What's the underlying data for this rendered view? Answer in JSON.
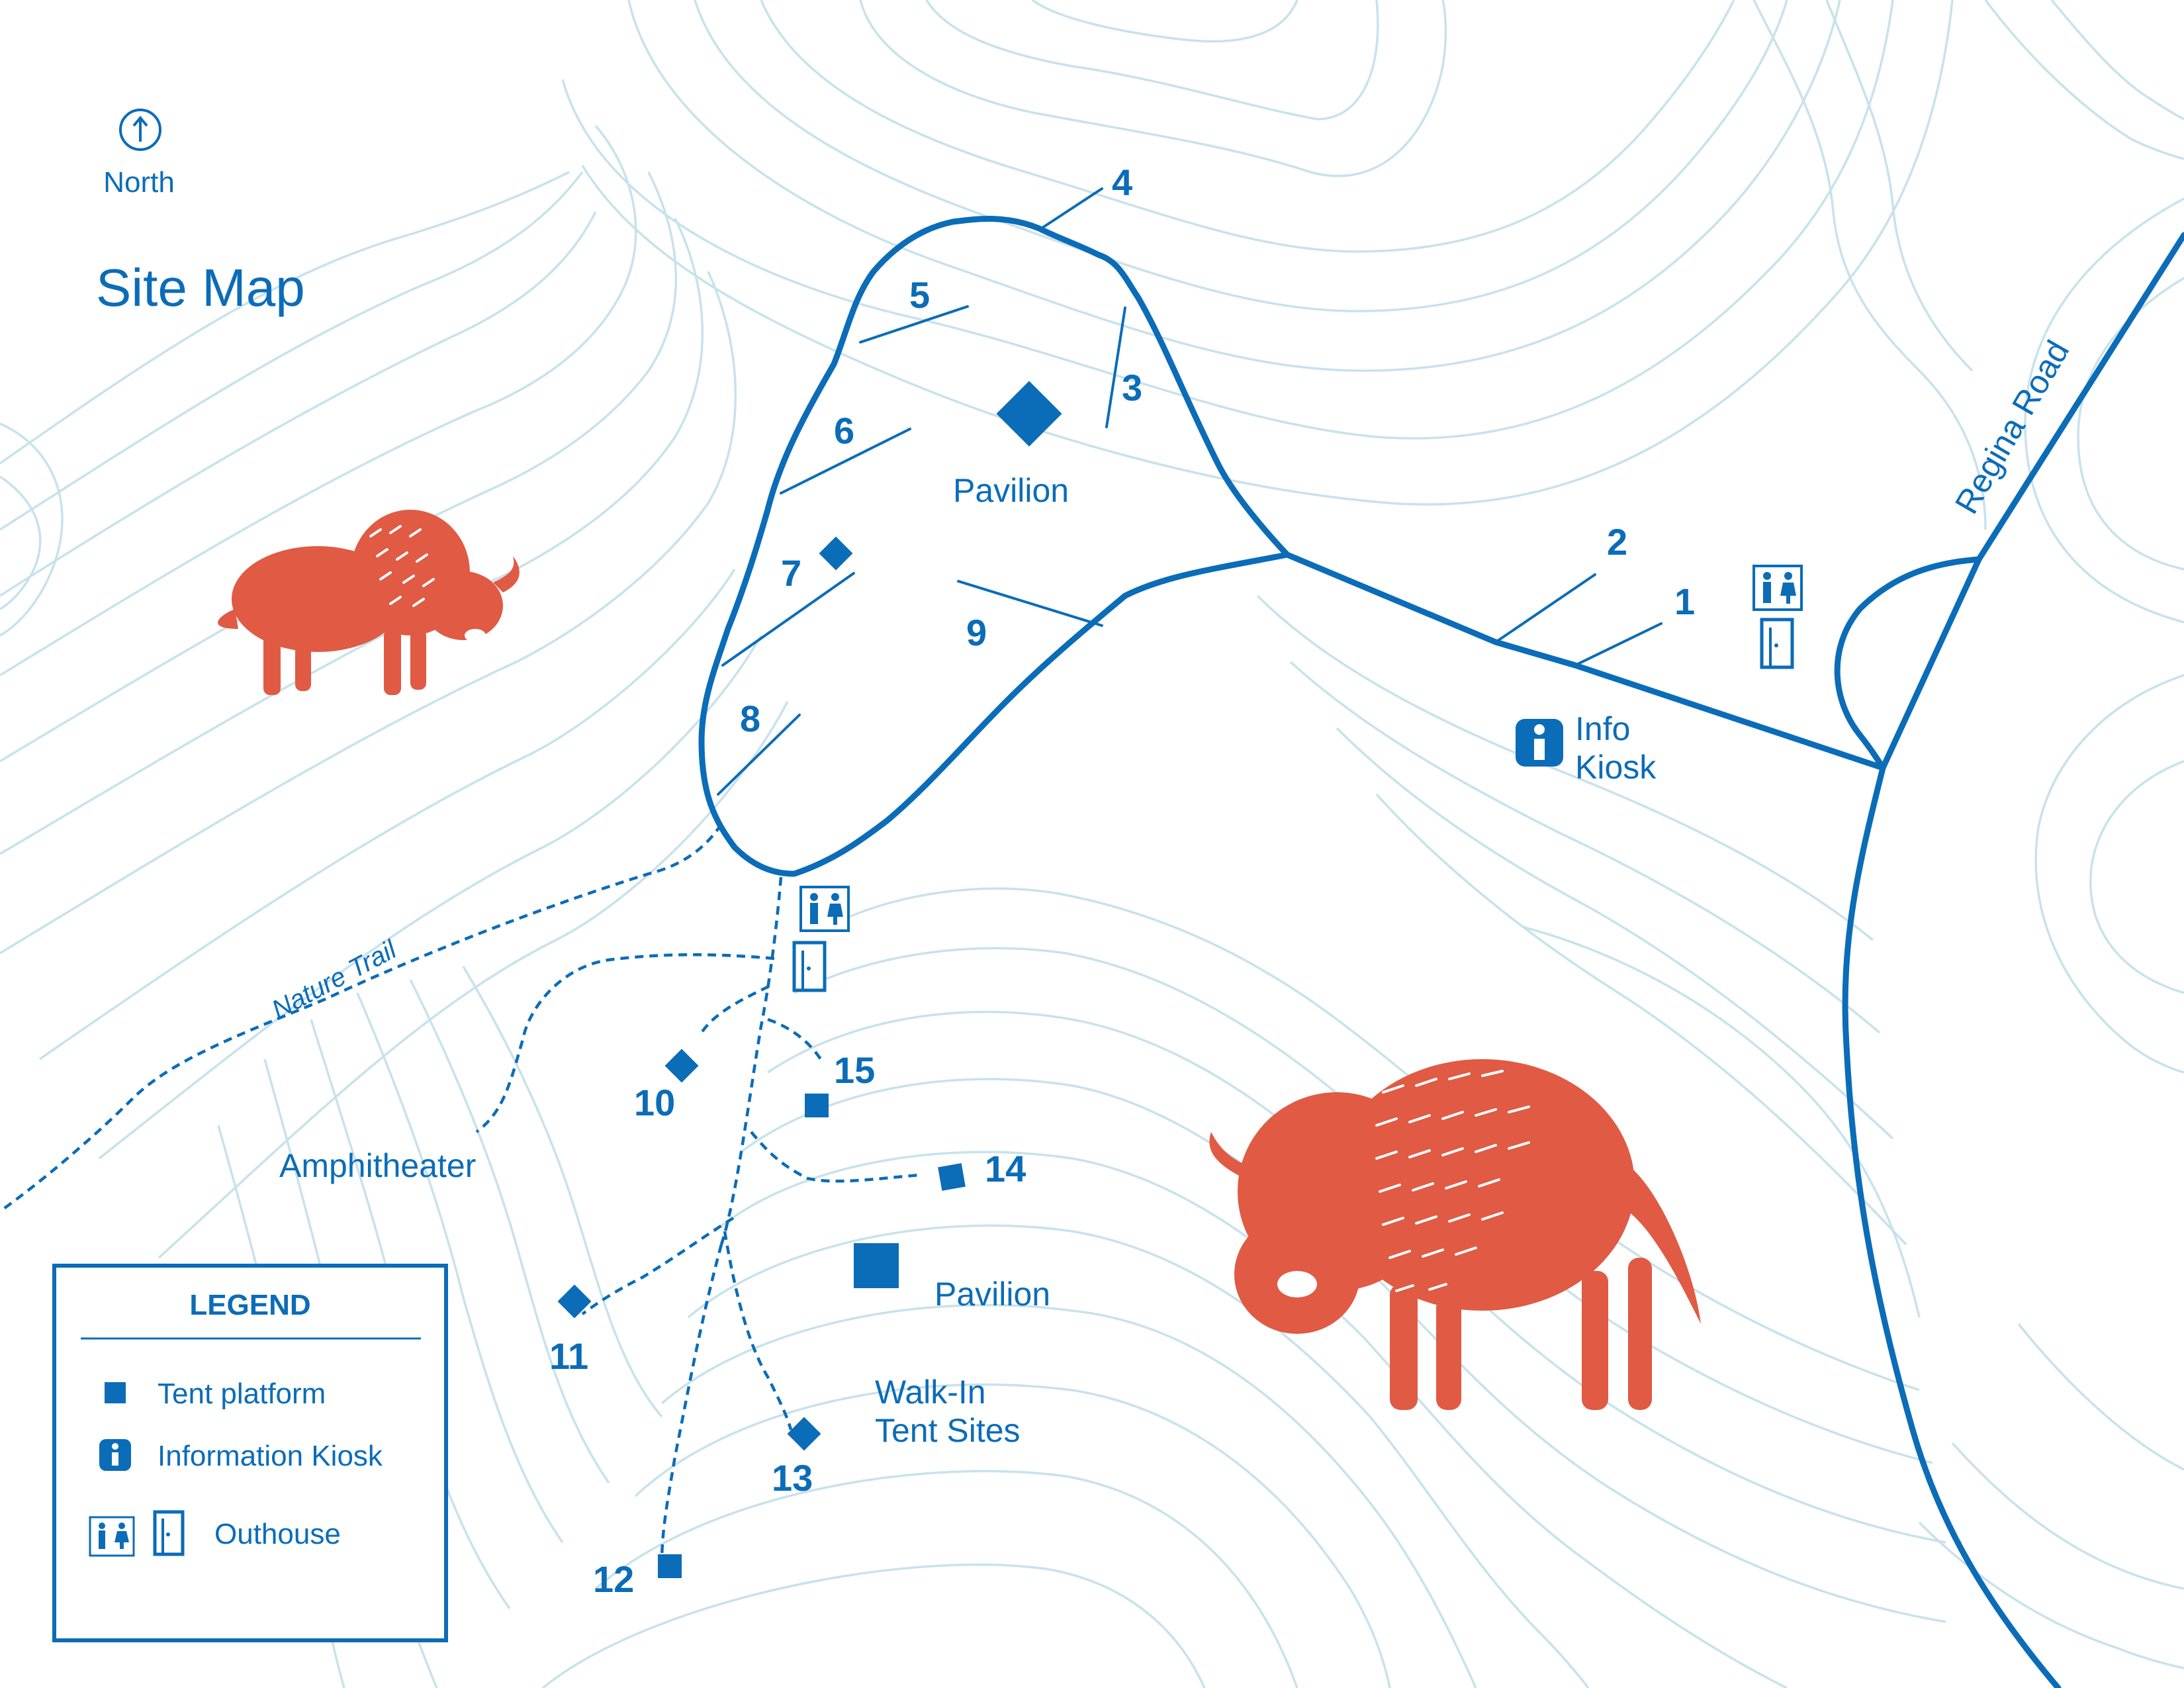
{
  "title": "Site Map",
  "north": {
    "label": "North",
    "icon": "north-arrow-icon"
  },
  "colors": {
    "accent": "#0b6cb8",
    "contour": "#c8e2ec",
    "bison": "#e05a44",
    "background": "#ffffff"
  },
  "site_numbers": {
    "s1": "1",
    "s2": "2",
    "s3": "3",
    "s4": "4",
    "s5": "5",
    "s6": "6",
    "s7": "7",
    "s8": "8",
    "s9": "9",
    "s10": "10",
    "s11": "11",
    "s12": "12",
    "s13": "13",
    "s14": "14",
    "s15": "15"
  },
  "labels": {
    "pavilion_upper": "Pavilion",
    "pavilion_lower": "Pavilion",
    "info_kiosk_line1": "Info",
    "info_kiosk_line2": "Kiosk",
    "regina_road": "Regina Road",
    "nature_trail": "Nature Trail",
    "amphitheater": "Amphitheater",
    "walk_in_line1": "Walk-In",
    "walk_in_line2": "Tent Sites"
  },
  "legend": {
    "title": "LEGEND",
    "items": [
      {
        "icon": "tent-platform-icon",
        "label": "Tent platform"
      },
      {
        "icon": "info-kiosk-icon",
        "label": "Information Kiosk"
      },
      {
        "icon": "outhouse-icon",
        "label": "Outhouse"
      }
    ]
  }
}
